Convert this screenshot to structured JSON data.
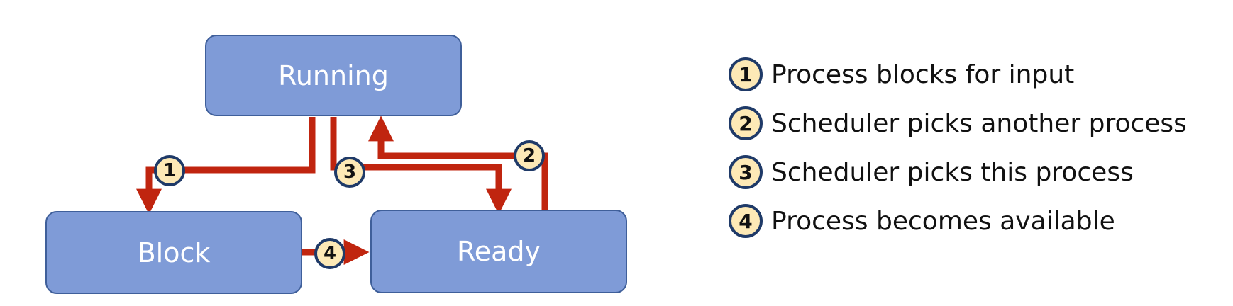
{
  "states": {
    "running": "Running",
    "block": "Block",
    "ready": "Ready"
  },
  "transitions": [
    {
      "number": "1",
      "label": "Process blocks for input"
    },
    {
      "number": "2",
      "label": "Scheduler picks another process"
    },
    {
      "number": "3",
      "label": "Scheduler picks this process"
    },
    {
      "number": "4",
      "label": "Process becomes available"
    }
  ],
  "colors": {
    "box_fill": "#7f9bd7",
    "box_border": "#3f5f9a",
    "arrow": "#c0250f",
    "badge_fill": "#fde9b6",
    "badge_border": "#1f3a68"
  }
}
